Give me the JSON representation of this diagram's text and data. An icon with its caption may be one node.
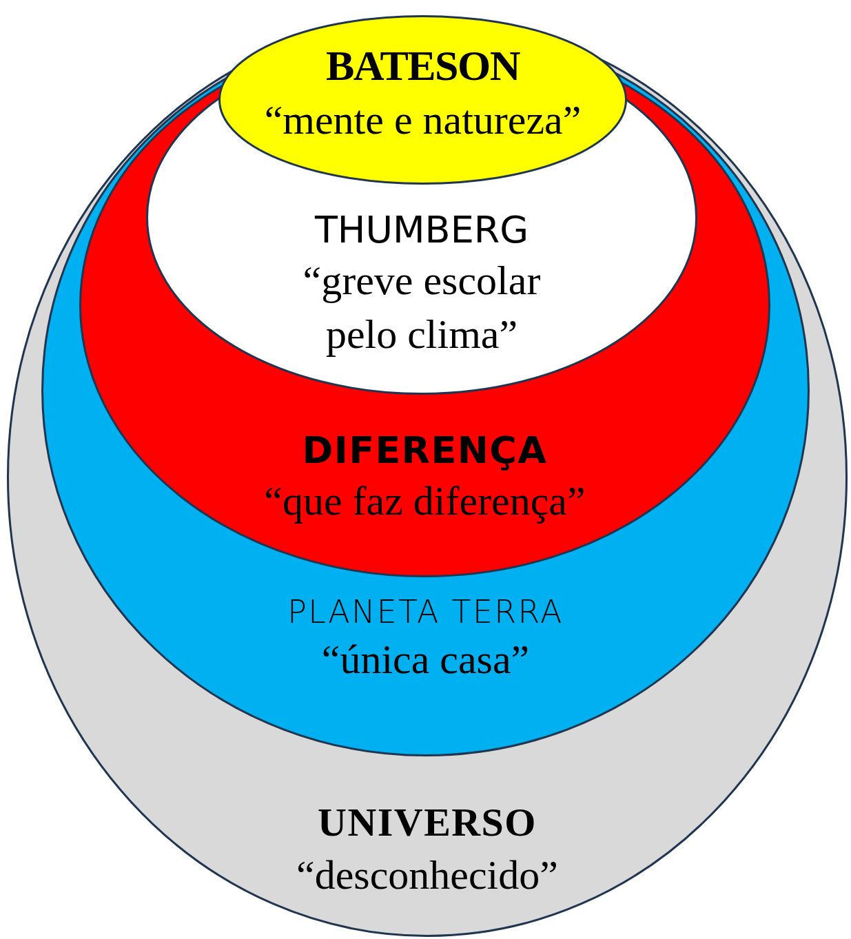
{
  "diagram": {
    "nodes": [
      {
        "text": [
          "UNIVERSO",
          "“desconhecido”"
        ]
      },
      {
        "text": [
          "PLANETA TERRA",
          "“única casa”"
        ],
        "in": 0
      },
      {
        "text": [
          "DIFERENÇA",
          "“que faz diferença”"
        ],
        "in": 1
      },
      {
        "text": [
          "THUMBERG",
          "“greve escolar pelo clima”"
        ],
        "in": 2
      },
      {
        "text": [
          "BATESON",
          "“mente e natureza”"
        ],
        "in": 3
      }
    ]
  }
}
